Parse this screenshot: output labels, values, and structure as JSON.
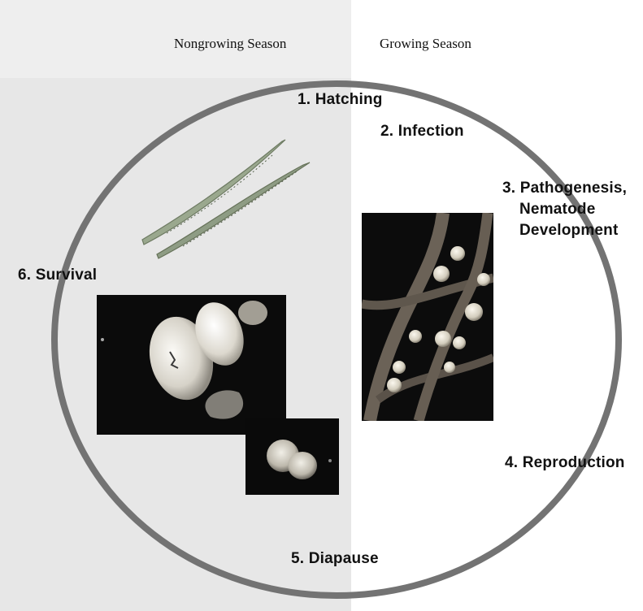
{
  "seasons": {
    "nongrowing": "Nongrowing Season",
    "growing": "Growing Season"
  },
  "stages": {
    "hatching": "1. Hatching",
    "infection": "2. Infection",
    "pathogenesis_line1": "3. Pathogenesis,",
    "pathogenesis_line2": "Nematode",
    "pathogenesis_line3": "Development",
    "reproduction": "4. Reproduction",
    "diapause": "5. Diapause",
    "survival": "6. Survival"
  },
  "colors": {
    "cycle_ring": "#737373",
    "nongrowing_panel": "#e7e7e7",
    "growing_panel": "#ffffff"
  },
  "images": {
    "juveniles": "nematode-juveniles-illustration",
    "cysts": "cyst-photo",
    "eggs": "egg-photo",
    "roots": "infected-root-photo"
  }
}
